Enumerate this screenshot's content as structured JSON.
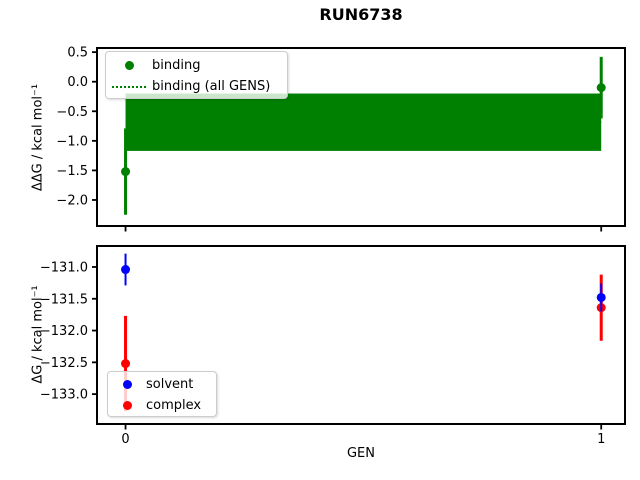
{
  "chart_data": [
    {
      "type": "scatter",
      "title": "RUN6738",
      "xlabel": "",
      "ylabel": "ΔΔG / kcal mol⁻¹",
      "xlim": [
        -0.06,
        1.05
      ],
      "ylim": [
        -2.44,
        0.57
      ],
      "xticks": [
        0,
        1
      ],
      "xtick_labels": [],
      "yticks": [
        0.5,
        0.0,
        -0.5,
        -1.0,
        -1.5,
        -2.0
      ],
      "ytick_labels": [
        "0.5",
        "0.0",
        "−0.5",
        "−1.0",
        "−1.5",
        "−2.0"
      ],
      "grid": false,
      "legend_position": "upper left",
      "series": [
        {
          "name": "binding",
          "style": "errorbar",
          "color": "#008000",
          "x": [
            0,
            1
          ],
          "y": [
            -1.52,
            -0.1
          ],
          "yerr": [
            0.73,
            0.52
          ],
          "lw": 3,
          "zorder": 2
        },
        {
          "name": "binding (all GENS)",
          "style": "band",
          "color": "#008000",
          "x": [
            0,
            1
          ],
          "mean": -0.68,
          "band_low": -1.17,
          "band_high": -0.2,
          "linestyle": "dotted",
          "lw": 2,
          "zorder": 1
        }
      ]
    },
    {
      "type": "scatter",
      "title": "",
      "xlabel": "GEN",
      "ylabel": "ΔG / kcal mol⁻¹",
      "xlim": [
        -0.06,
        1.05
      ],
      "ylim": [
        -133.47,
        -130.67
      ],
      "xticks": [
        0,
        1
      ],
      "xtick_labels": [
        "0",
        "1"
      ],
      "yticks": [
        -131.0,
        -131.5,
        -132.0,
        -132.5,
        -133.0
      ],
      "ytick_labels": [
        "−131.0",
        "−131.5",
        "−132.0",
        "−132.5",
        "−133.0"
      ],
      "grid": false,
      "legend_position": "lower left",
      "series": [
        {
          "name": "solvent",
          "style": "errorbar",
          "color": "#0000ff",
          "x": [
            0,
            1
          ],
          "y": [
            -131.04,
            -131.48
          ],
          "yerr": [
            0.25,
            0.22
          ],
          "lw": 2,
          "zorder": 3
        },
        {
          "name": "complex",
          "style": "errorbar",
          "color": "#ff0000",
          "x": [
            0,
            1
          ],
          "y": [
            -132.52,
            -131.64
          ],
          "yerr": [
            0.75,
            0.52
          ],
          "lw": 3,
          "zorder": 2
        }
      ]
    }
  ],
  "colors": {
    "binding": "#008000",
    "solvent": "#0000ff",
    "complex": "#ff0000",
    "frame": "#000000",
    "legend_border": "#cccccc"
  }
}
